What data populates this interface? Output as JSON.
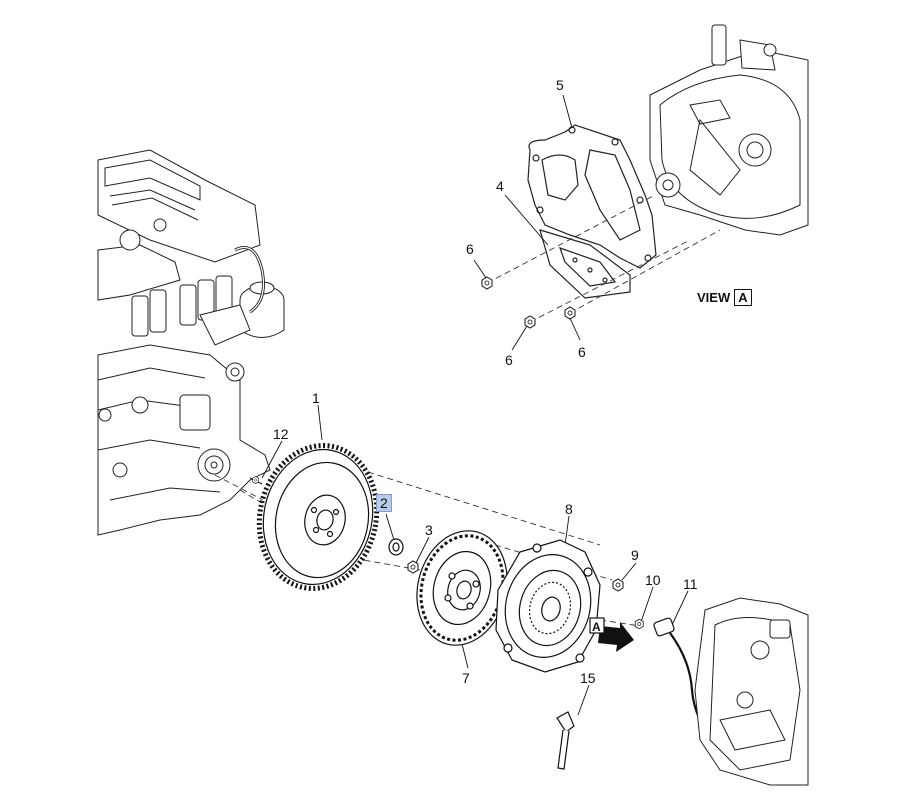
{
  "callouts": {
    "c1": "1",
    "c2": "2",
    "c3": "3",
    "c4": "4",
    "c5": "5",
    "c6a": "6",
    "c6b": "6",
    "c6c": "6",
    "c7": "7",
    "c8": "8",
    "c9": "9",
    "c10": "10",
    "c11": "11",
    "c12": "12",
    "c15": "15"
  },
  "view_label": {
    "word": "VIEW",
    "letter": "A"
  },
  "direction_arrow_letter": "A",
  "colors": {
    "line": "#111111",
    "highlight": "#b8cbe8",
    "highlight_border": "#7f9dc9",
    "background": "#ffffff"
  }
}
